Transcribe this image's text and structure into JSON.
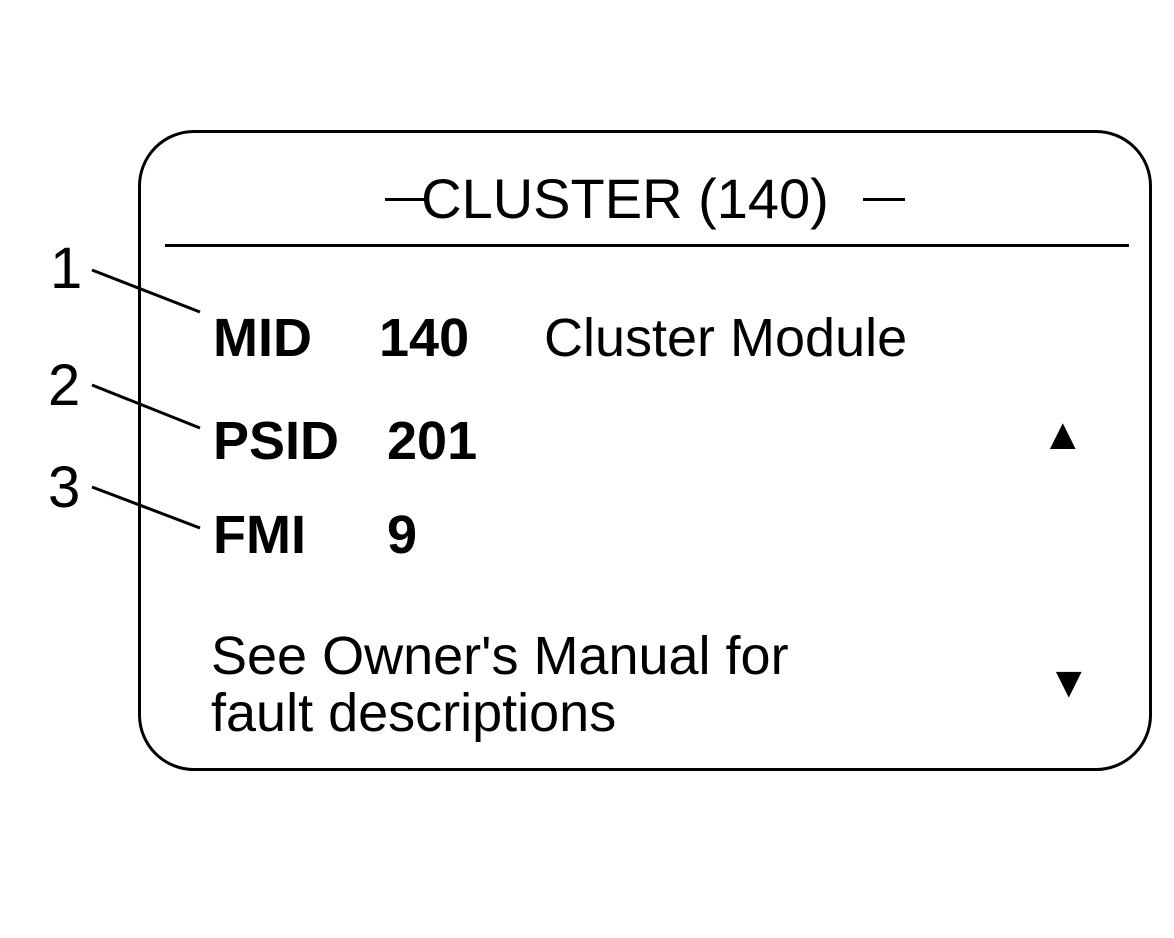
{
  "panel": {
    "title": "CLUSTER (140)",
    "rows": [
      {
        "label": "MID",
        "value": "140",
        "description": "Cluster Module"
      },
      {
        "label": "PSID",
        "value": "201"
      },
      {
        "label": "FMI",
        "value": "9"
      }
    ],
    "note_line1": "See Owner's Manual for",
    "note_line2": "fault descriptions",
    "up_arrow": "▲",
    "down_arrow": "▼"
  },
  "callouts": [
    "1",
    "2",
    "3"
  ]
}
